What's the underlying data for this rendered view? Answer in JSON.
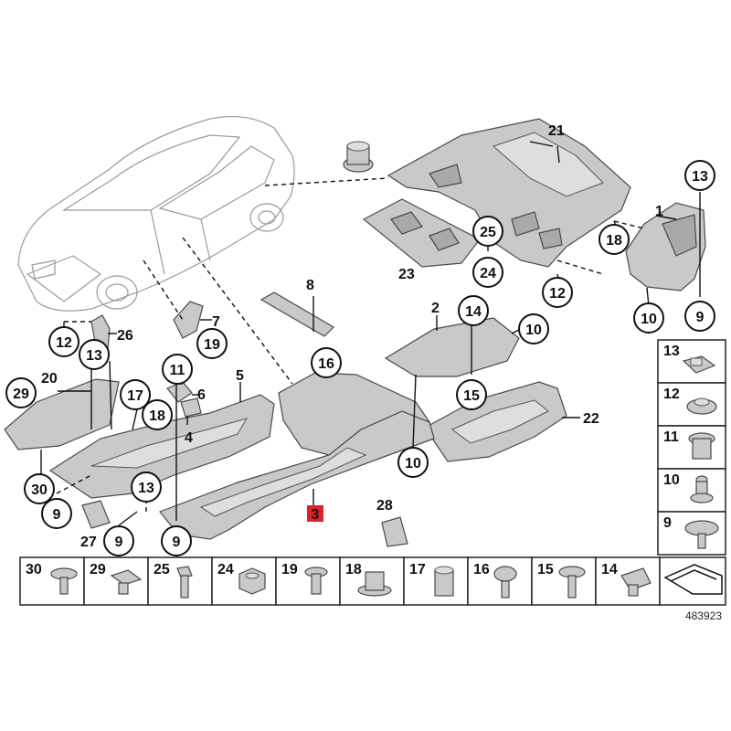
{
  "diagram": {
    "document_number": "483923",
    "highlighted_part": "3",
    "callouts": {
      "c1": "1",
      "c2": "2",
      "c3": "3",
      "c4": "4",
      "c5": "5",
      "c6": "6",
      "c7": "7",
      "c8": "8",
      "c9a": "9",
      "c9b": "9",
      "c9c": "9",
      "c9d": "9",
      "c10a": "10",
      "c10b": "10",
      "c10c": "10",
      "c11": "11",
      "c12a": "12",
      "c12b": "12",
      "c13a": "13",
      "c13b": "13",
      "c13c": "13",
      "c14": "14",
      "c15": "15",
      "c16": "16",
      "c17": "17",
      "c18a": "18",
      "c18b": "18",
      "c19": "19",
      "c20": "20",
      "c21": "21",
      "c22": "22",
      "c23": "23",
      "c24": "24",
      "c25": "25",
      "c26": "26",
      "c27": "27",
      "c28": "28",
      "c29": "29",
      "c30": "30"
    },
    "right_column_legend": [
      "13",
      "12",
      "11",
      "10",
      "9"
    ],
    "bottom_row_legend": [
      "30",
      "29",
      "25",
      "24",
      "19",
      "18",
      "17",
      "16",
      "15",
      "14"
    ]
  }
}
